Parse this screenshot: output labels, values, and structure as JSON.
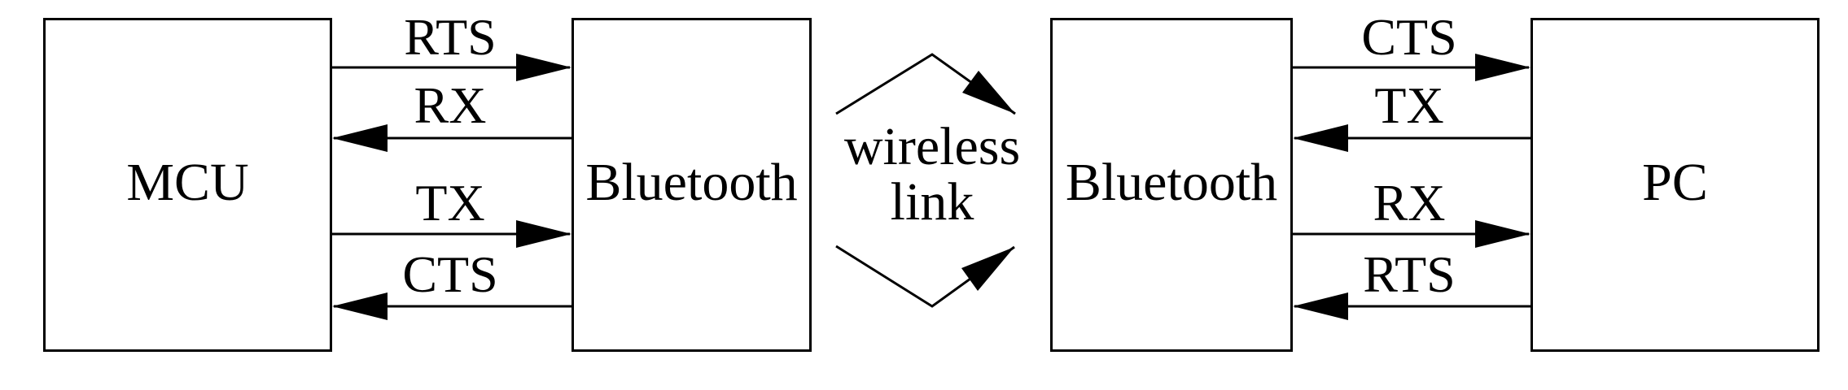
{
  "diagram": {
    "background": "#ffffff",
    "stroke_color": "#000000",
    "boxes": [
      {
        "id": "mcu",
        "label": "MCU"
      },
      {
        "id": "bluetooth-left",
        "label": "Bluetooth"
      },
      {
        "id": "bluetooth-right",
        "label": "Bluetooth"
      },
      {
        "id": "pc",
        "label": "PC"
      }
    ],
    "left_bus": {
      "from": "MCU",
      "to": "Bluetooth",
      "signals": [
        {
          "label": "RTS",
          "direction": "right"
        },
        {
          "label": "RX",
          "direction": "left"
        },
        {
          "label": "TX",
          "direction": "right"
        },
        {
          "label": "CTS",
          "direction": "left"
        }
      ]
    },
    "right_bus": {
      "from": "Bluetooth",
      "to": "PC",
      "signals": [
        {
          "label": "CTS",
          "direction": "right"
        },
        {
          "label": "TX",
          "direction": "left"
        },
        {
          "label": "RX",
          "direction": "right"
        },
        {
          "label": "RTS",
          "direction": "left"
        }
      ]
    },
    "wireless_link": {
      "line1": "wireless",
      "line2": "link"
    }
  }
}
